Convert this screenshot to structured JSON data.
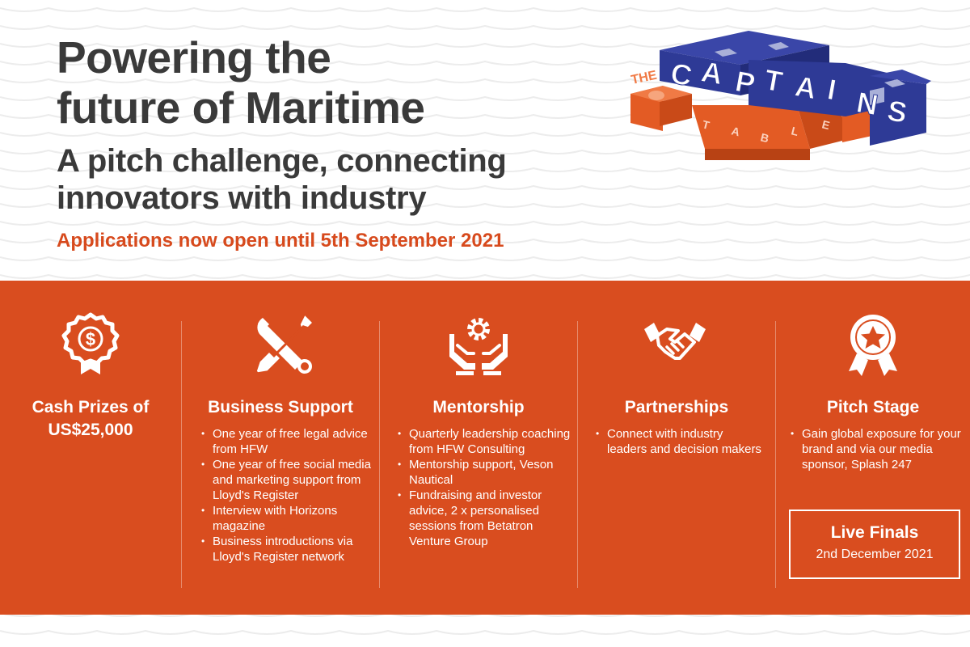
{
  "header": {
    "title_line1": "Powering the",
    "title_line2": "future of Maritime",
    "subtitle_line1": "A pitch challenge, connecting",
    "subtitle_line2": "innovators with industry",
    "deadline": "Applications now open until 5th September 2021"
  },
  "logo": {
    "the": "THE",
    "captains_letters": [
      "C",
      "A",
      "P",
      "T",
      "A",
      "I",
      "N",
      "S"
    ],
    "table_letters": [
      "T",
      "A",
      "B",
      "L",
      "E"
    ]
  },
  "colors": {
    "accent": "#d94d1f",
    "text_dark": "#3a3a3a",
    "logo_blue": "#2e3a96",
    "logo_orange": "#e35b24"
  },
  "columns": [
    {
      "icon": "prize-medal-dollar-icon",
      "title_line1": "Cash Prizes of",
      "title_line2": "US$25,000",
      "items": []
    },
    {
      "icon": "wrench-screwdriver-icon",
      "title": "Business Support",
      "items": [
        "One year of free legal advice from HFW",
        "One year of free social media and marketing support from Lloyd's Register",
        "Interview with Horizons magazine",
        "Business introductions via Lloyd's Register network"
      ]
    },
    {
      "icon": "hands-gear-icon",
      "title": "Mentorship",
      "items": [
        "Quarterly leadership coaching from HFW Consulting",
        "Mentorship support, Veson Nautical",
        "Fundraising and investor advice, 2 x personalised sessions from Betatron Venture Group"
      ]
    },
    {
      "icon": "handshake-icon",
      "title": "Partnerships",
      "items": [
        "Connect with industry leaders and decision makers"
      ]
    },
    {
      "icon": "star-award-icon",
      "title": "Pitch Stage",
      "items": [
        "Gain global exposure for your brand and via our media sponsor, Splash 247"
      ]
    }
  ],
  "finals": {
    "title": "Live Finals",
    "date": "2nd December 2021"
  }
}
